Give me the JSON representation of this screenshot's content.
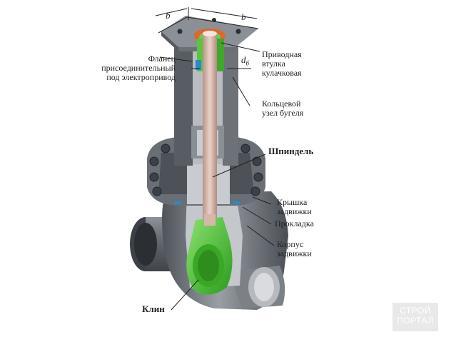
{
  "labels": {
    "flange": "Фланец\nприсоединительный\nпод электропривод",
    "drive_sleeve": "Приводная\nвтулка\nкулачковая",
    "yoke_unit": "Кольцевой\nузел бугеля",
    "spindle": "Шпиндель",
    "cover": "Крышка\nзадвижки",
    "gasket": "Прокладка",
    "body": "Корпус\nзадвижки",
    "wedge": "Клин"
  },
  "dimensions": {
    "b_left": "b",
    "b_right": "b",
    "d_main": "d",
    "d_sub": "б"
  },
  "watermark": "СТРОЙ\nПОРТАЛ",
  "colors": {
    "steel_dark": "#5b5f66",
    "steel_mid": "#8a8e95",
    "steel_light": "#c3c6cb",
    "green": "#4fc23a",
    "spindle": "#d7b7ad",
    "orange": "#e0662a"
  }
}
